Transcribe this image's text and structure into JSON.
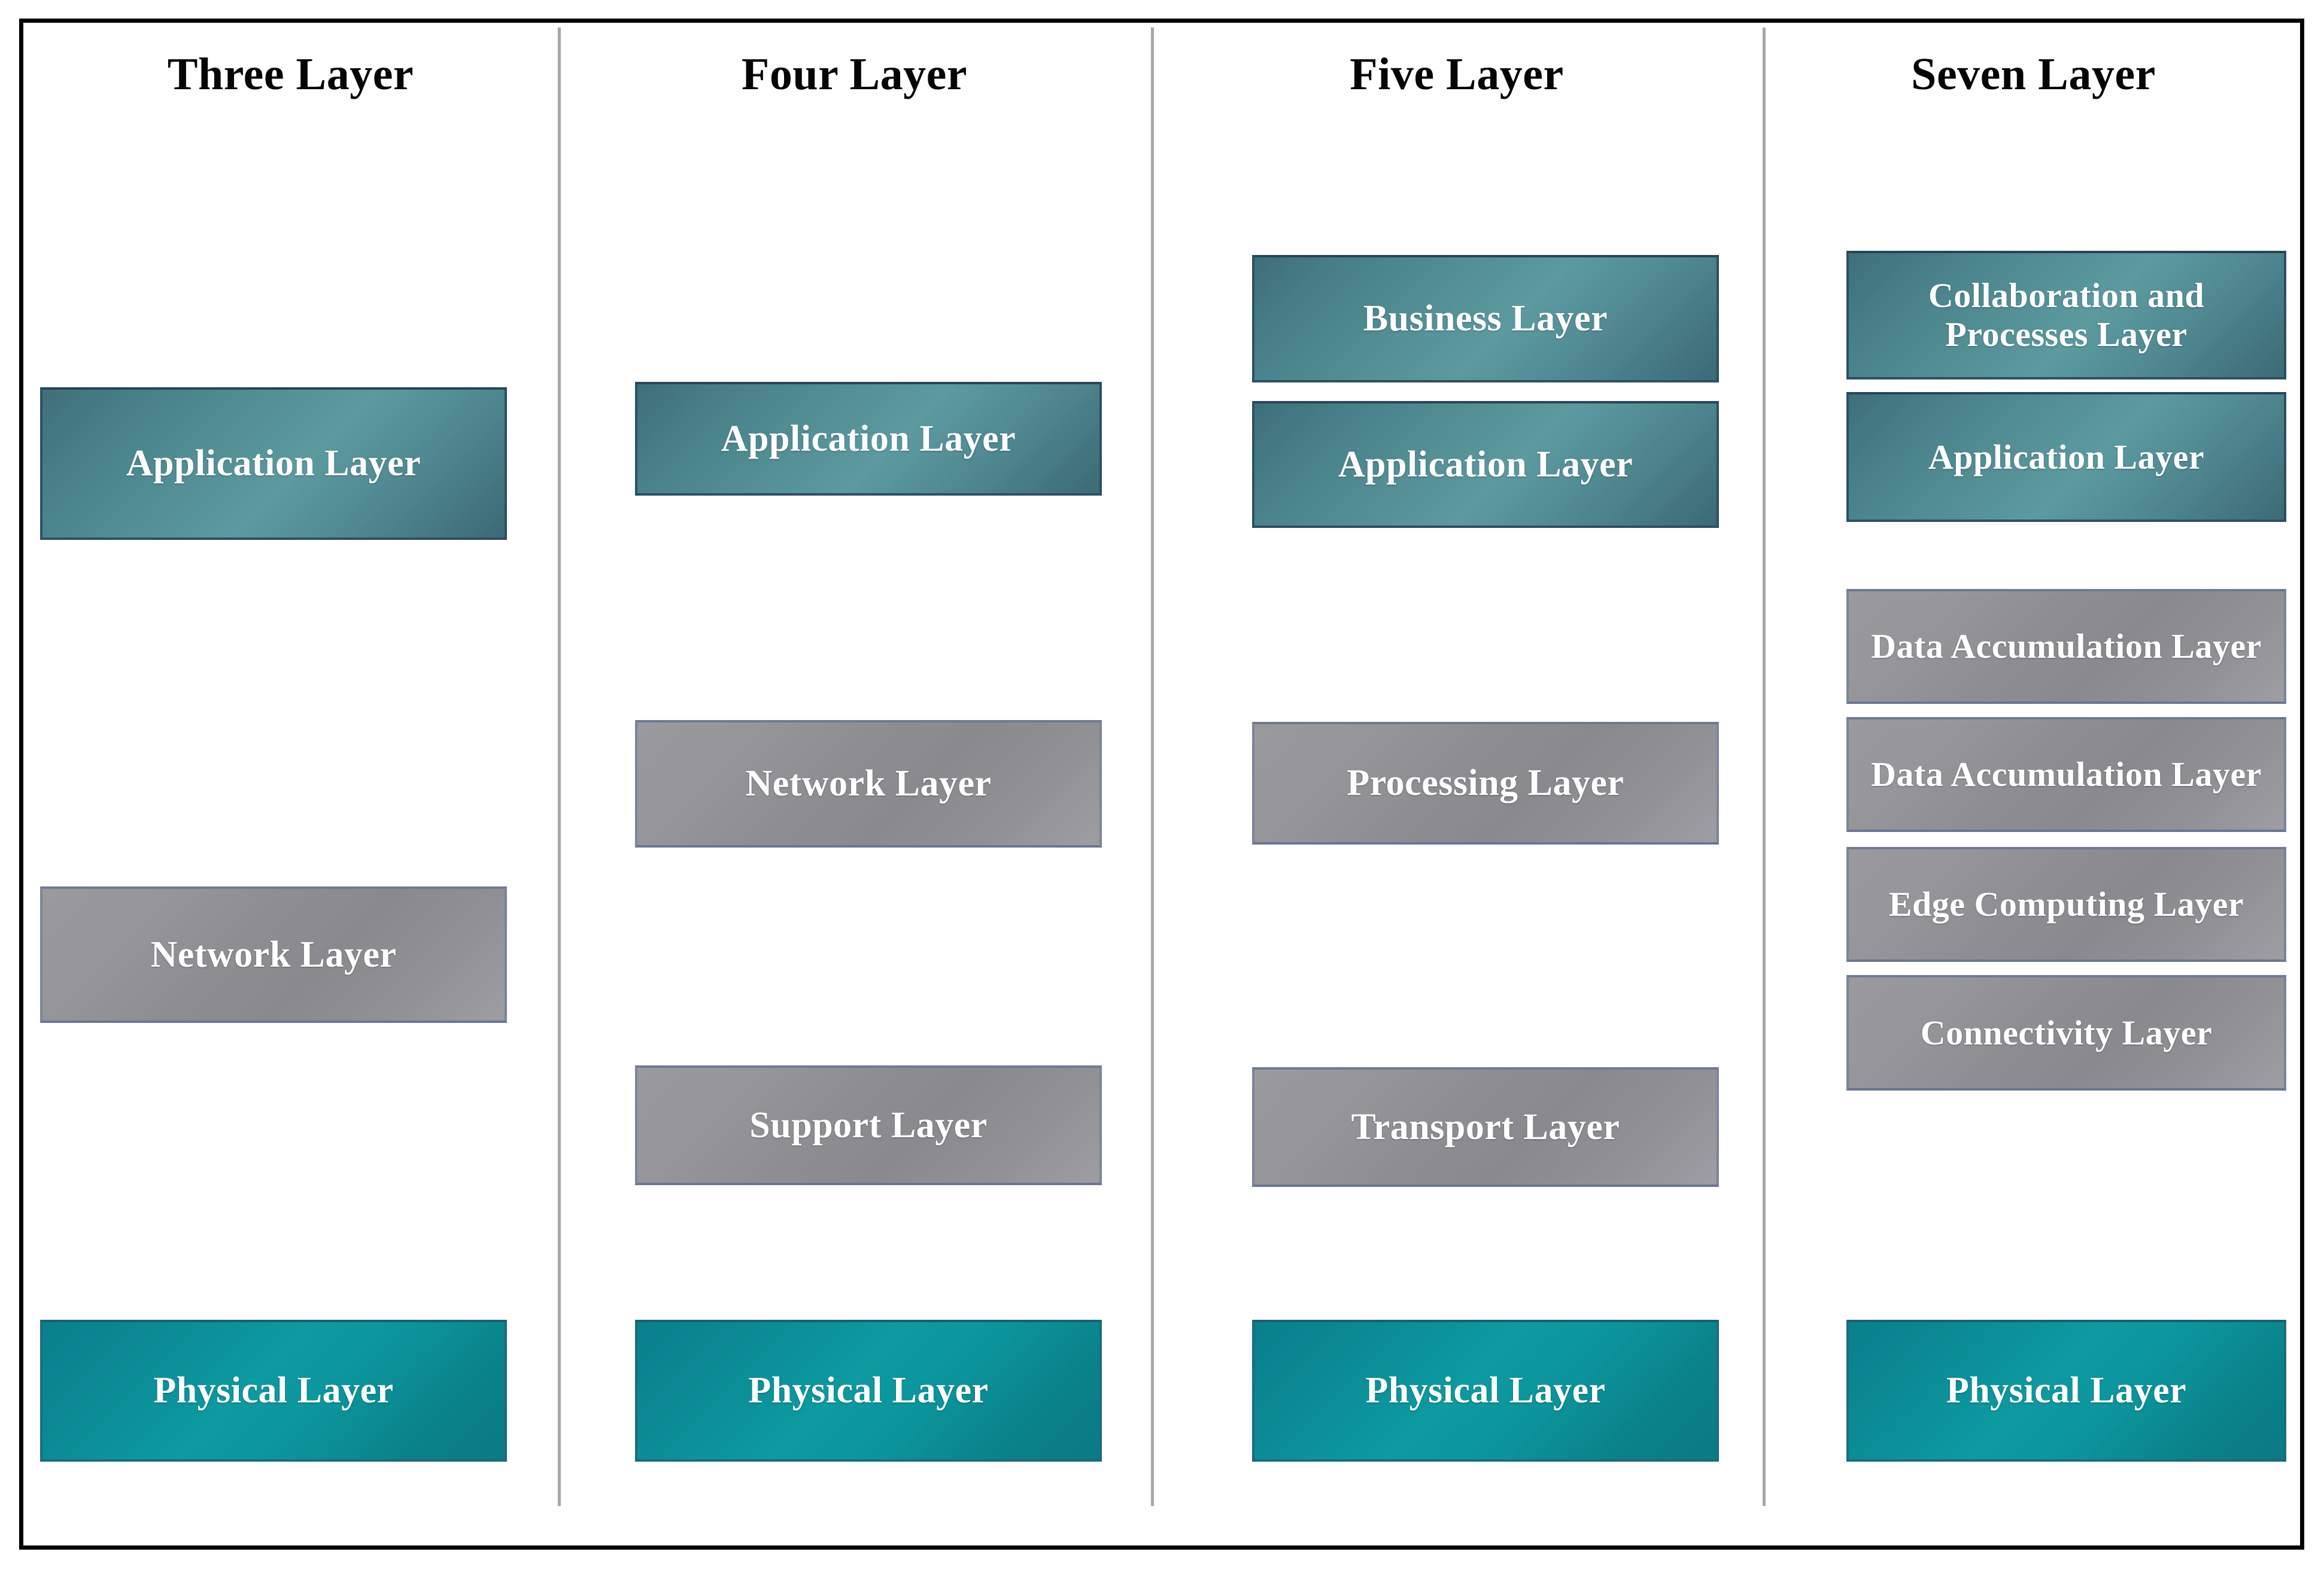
{
  "figure": {
    "type": "comparison-table-diagram",
    "description": "Comparison of IoT architecture layer models",
    "border_color": "#000000",
    "divider_color": "#a6a6a6",
    "background": "#ffffff"
  },
  "palette": {
    "teal": "#53909a",
    "teal_border": "#2e4f63",
    "physical_teal": "#0d9aa0",
    "physical_border": "#1d6c7c",
    "gray": "#919195",
    "gray_border": "#7b8499",
    "header_text": "#050505",
    "box_text": "#ffffff"
  },
  "columns": [
    {
      "id": "three-layer",
      "header": "Three Layer",
      "layers": [
        {
          "label": "Application Layer",
          "style": "teal"
        },
        {
          "label": "Network Layer",
          "style": "gray"
        },
        {
          "label": "Physical Layer",
          "style": "physical"
        }
      ]
    },
    {
      "id": "four-layer",
      "header": "Four Layer",
      "layers": [
        {
          "label": "Application Layer",
          "style": "teal"
        },
        {
          "label": "Network Layer",
          "style": "gray"
        },
        {
          "label": "Support Layer",
          "style": "gray"
        },
        {
          "label": "Physical Layer",
          "style": "physical"
        }
      ]
    },
    {
      "id": "five-layer",
      "header": "Five Layer",
      "layers": [
        {
          "label": "Business Layer",
          "style": "teal"
        },
        {
          "label": "Application Layer",
          "style": "teal"
        },
        {
          "label": "Processing Layer",
          "style": "gray"
        },
        {
          "label": "Transport Layer",
          "style": "gray"
        },
        {
          "label": "Physical Layer",
          "style": "physical"
        }
      ]
    },
    {
      "id": "seven-layer",
      "header": "Seven Layer",
      "layers": [
        {
          "label": "Collaboration and Processes Layer",
          "style": "teal"
        },
        {
          "label": "Application Layer",
          "style": "teal"
        },
        {
          "label": "Data Accumulation Layer",
          "style": "gray"
        },
        {
          "label": "Data Accumulation Layer",
          "style": "gray"
        },
        {
          "label": "Edge Computing Layer",
          "style": "gray"
        },
        {
          "label": "Connectivity Layer",
          "style": "gray"
        },
        {
          "label": "Physical Layer",
          "style": "physical"
        }
      ]
    }
  ]
}
